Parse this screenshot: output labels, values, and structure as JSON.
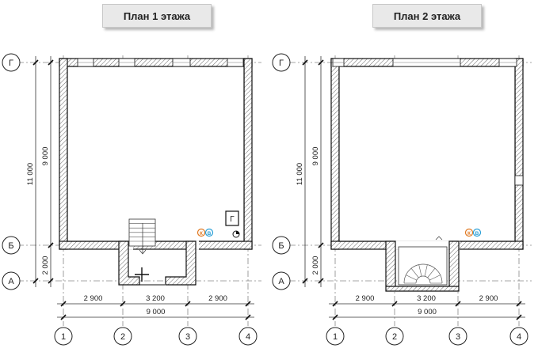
{
  "plans": [
    {
      "title": "План 1 этажа",
      "axes_horizontal": [
        "1",
        "2",
        "3",
        "4"
      ],
      "axes_vertical": [
        "Г",
        "Б",
        "А"
      ],
      "dims_bottom": [
        "2 900",
        "3 200",
        "2 900"
      ],
      "dim_total_bottom": "9 000",
      "dims_left": [
        "9 000",
        "2 000"
      ],
      "dim_total_left": "11 000",
      "equipment": [
        {
          "label": "К",
          "color": "#e07820"
        },
        {
          "label": "В",
          "color": "#2a9fd6"
        }
      ],
      "boiler_label": "Г"
    },
    {
      "title": "План 2 этажа",
      "axes_horizontal": [
        "1",
        "2",
        "3",
        "4"
      ],
      "axes_vertical": [
        "Г",
        "Б",
        "А"
      ],
      "dims_bottom": [
        "2 900",
        "3 200",
        "2 900"
      ],
      "dim_total_bottom": "9 000",
      "dims_left": [
        "9 000",
        "2 000"
      ],
      "dim_total_left": "11 000",
      "equipment": [
        {
          "label": "К",
          "color": "#e07820"
        },
        {
          "label": "В",
          "color": "#2a9fd6"
        }
      ]
    }
  ]
}
